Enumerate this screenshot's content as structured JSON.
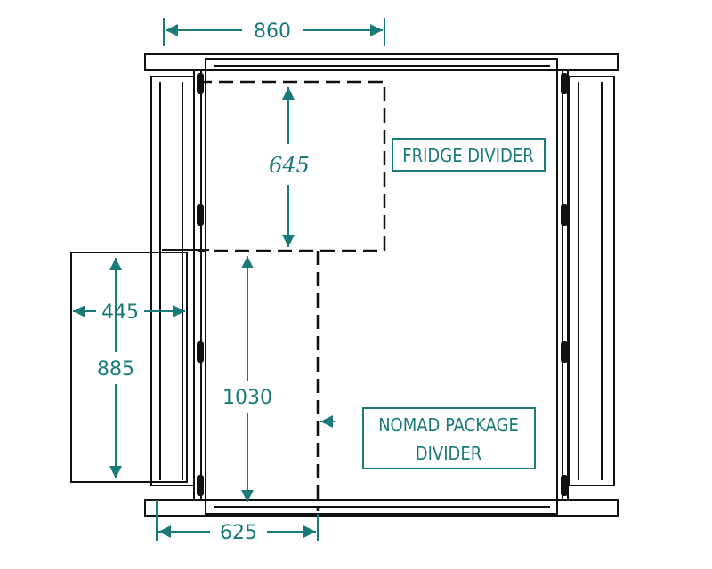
{
  "dimensions": {
    "top_width": "860",
    "fridge_depth": "645",
    "left_width": "445",
    "left_height": "885",
    "nomad_length": "1030",
    "bottom_width": "625"
  },
  "labels": {
    "fridge_divider": "FRIDGE DIVIDER",
    "nomad_line1": "NOMAD PACKAGE",
    "nomad_line2": "DIVIDER"
  },
  "colors": {
    "accent": "#1a7a7a",
    "line": "#111111"
  }
}
